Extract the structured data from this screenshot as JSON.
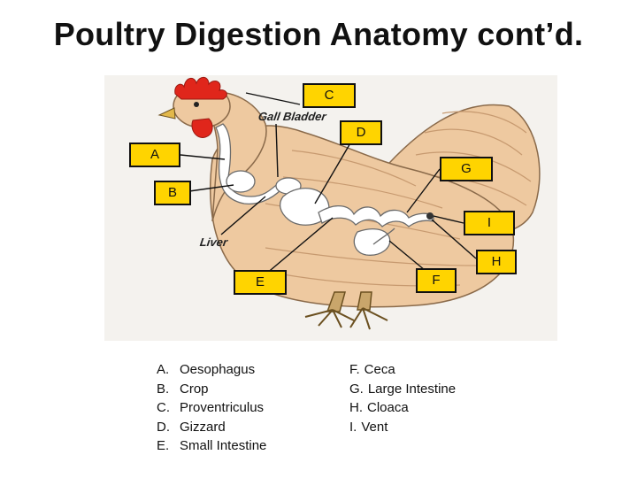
{
  "title": "Poultry Digestion Anatomy cont’d.",
  "anatomy_labels": {
    "gall_bladder": "Gall Bladder",
    "liver": "Liver"
  },
  "callouts": {
    "A": "A",
    "B": "B",
    "C": "C",
    "D": "D",
    "E": "E",
    "F": "F",
    "G": "G",
    "H": "H",
    "I": "I"
  },
  "legend_left": [
    {
      "letter": "A.",
      "name": "Oesophagus"
    },
    {
      "letter": "B.",
      "name": "Crop"
    },
    {
      "letter": "C.",
      "name": "Proventriculus"
    },
    {
      "letter": "D.",
      "name": "Gizzard"
    },
    {
      "letter": "E.",
      "name": "Small Intestine"
    }
  ],
  "legend_right": [
    {
      "letter": "F.",
      "name": "Ceca"
    },
    {
      "letter": "G.",
      "name": "Large Intestine"
    },
    {
      "letter": "H.",
      "name": "Cloaca"
    },
    {
      "letter": "I.",
      "name": "Vent"
    }
  ],
  "colors": {
    "callout_fill": "#ffd400",
    "comb": "#e0261b",
    "plumage": "#eec9a0",
    "feet": "#c9a66b"
  }
}
